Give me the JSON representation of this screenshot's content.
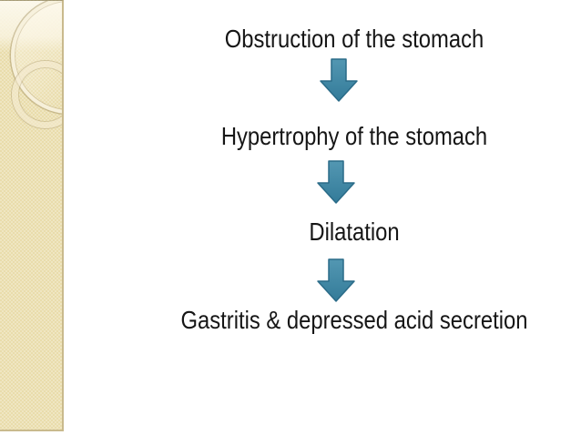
{
  "slide": {
    "kind": "flow-diagram-slide",
    "steps": [
      {
        "label": "Obstruction of the stomach"
      },
      {
        "label": "Hypertrophy of the stomach"
      },
      {
        "label": "Dilatation"
      },
      {
        "label": "Gastritis & depressed acid secretion"
      }
    ],
    "arrow_count": 3,
    "arrow_direction": "down"
  },
  "colors": {
    "arrow_fill": "#3b82a0",
    "arrow_fill_light": "#5397b2",
    "arrow_stroke": "#2a6b88",
    "text": "#161616",
    "sidebar_base": "#e9dcab",
    "sidebar_edge": "#c9ba8d",
    "sidebar_top_band": "#faf5e4",
    "background": "#ffffff"
  }
}
